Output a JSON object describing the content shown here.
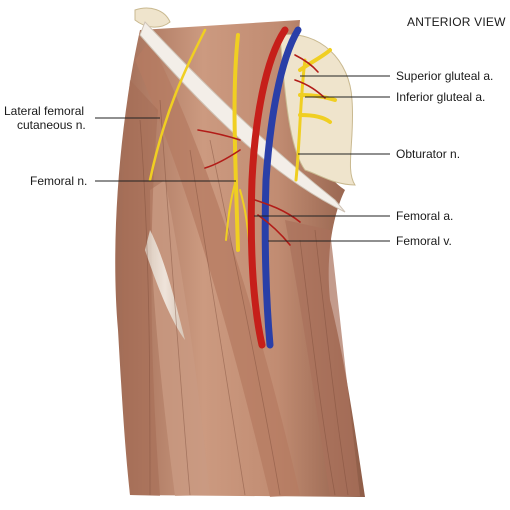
{
  "view_title": "ANTERIOR VIEW",
  "labels": {
    "lateral_femoral_line1": "Lateral femoral",
    "lateral_femoral_line2": "cutaneous n.",
    "femoral_nerve": "Femoral n.",
    "superior_gluteal": "Superior gluteal a.",
    "inferior_gluteal": "Inferior gluteal a.",
    "obturator": "Obturator n.",
    "femoral_artery": "Femoral a.",
    "femoral_vein": "Femoral v."
  },
  "colors": {
    "muscle": "#c38e75",
    "muscle_dark": "#8d5a45",
    "muscle_light": "#e0b9a3",
    "fascia": "#ece3da",
    "artery": "#c8201b",
    "vein": "#2a3fa8",
    "nerve": "#f2d22a",
    "bone": "#f1e6cc",
    "leader": "#222222"
  }
}
